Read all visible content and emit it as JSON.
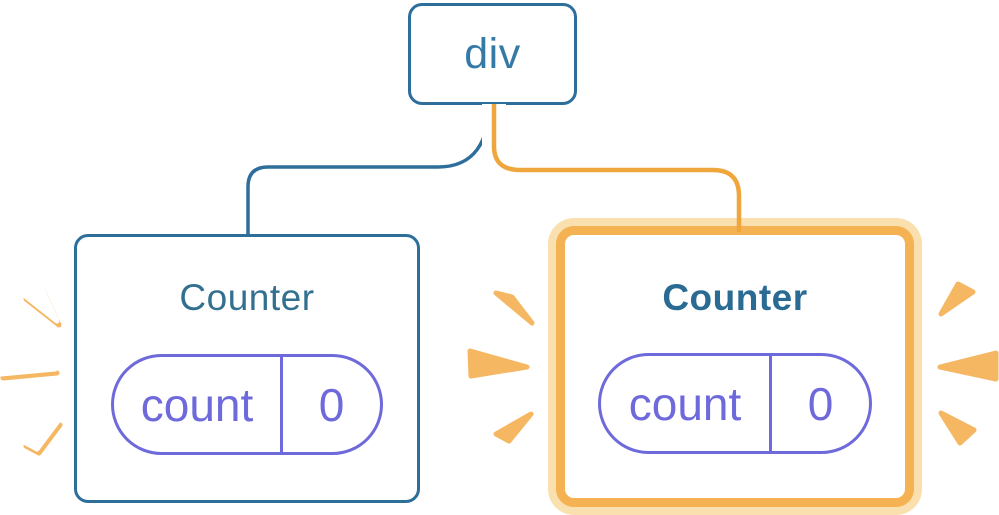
{
  "tree": {
    "root": {
      "label": "div"
    },
    "children": [
      {
        "title": "Counter",
        "state": {
          "key": "count",
          "value": "0"
        },
        "highlighted": false
      },
      {
        "title": "Counter",
        "state": {
          "key": "count",
          "value": "0"
        },
        "highlighted": true
      }
    ]
  },
  "colors": {
    "node_border_blue": "#2D6E9B",
    "title_blue": "#31708F",
    "title_blue_bold": "#2A6B94",
    "state_purple": "#6E6ADB",
    "highlight_orange": "#F5B253",
    "highlight_orange_pale": "#FADFAF",
    "edge_orange_core": "#EFA63C",
    "burst_orange": "#F5B761",
    "burst_white": "#FFFFFF"
  },
  "icons": {
    "burst_left": "burst-mark-icon",
    "burst_middle": "burst-mark-icon",
    "burst_right": "burst-mark-icon"
  }
}
